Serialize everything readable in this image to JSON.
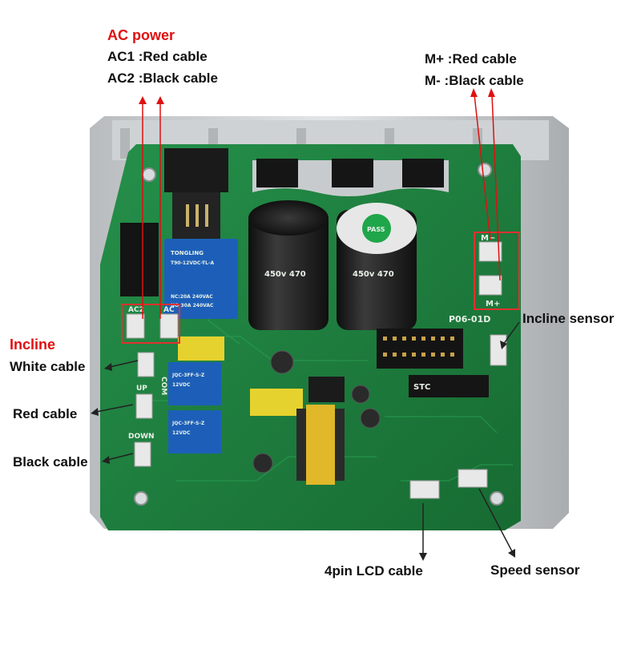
{
  "labels": {
    "ac_power_title": "AC power",
    "ac1": "AC1 :Red cable",
    "ac2": "AC2 :Black cable",
    "m_plus": "M+ :Red cable",
    "m_minus": "M- :Black cable",
    "incline_title": "Incline",
    "white_cable": "White cable",
    "red_cable": "Red cable",
    "black_cable": "Black cable",
    "incline_sensor": "Incline sensor",
    "lcd_cable": "4pin LCD cable",
    "speed_sensor": "Speed sensor"
  },
  "board_print": {
    "ac2": "AC2",
    "ac": "AC",
    "com": "COM",
    "up": "UP",
    "down": "DOWN",
    "m_minus": "M−",
    "m_plus": "M+",
    "model": "P06-01D",
    "cap_rating": "450v 470",
    "cap_pass": "PASS",
    "relay_brand": "TONGLING",
    "relay_big_model": "T90-12VDC-TL-A",
    "relay_big_rating1": "NC:20A 240VAC",
    "relay_big_rating2": "NO:30A 240VAC",
    "relay_small_model": "JQC-3FF-S-Z",
    "relay_small_spec": "12VDC",
    "mcu_brand": "STC"
  },
  "colors": {
    "pcb": "#1f7a3c",
    "annotation_red": "#e01010",
    "highlight_box": "#e23030"
  }
}
